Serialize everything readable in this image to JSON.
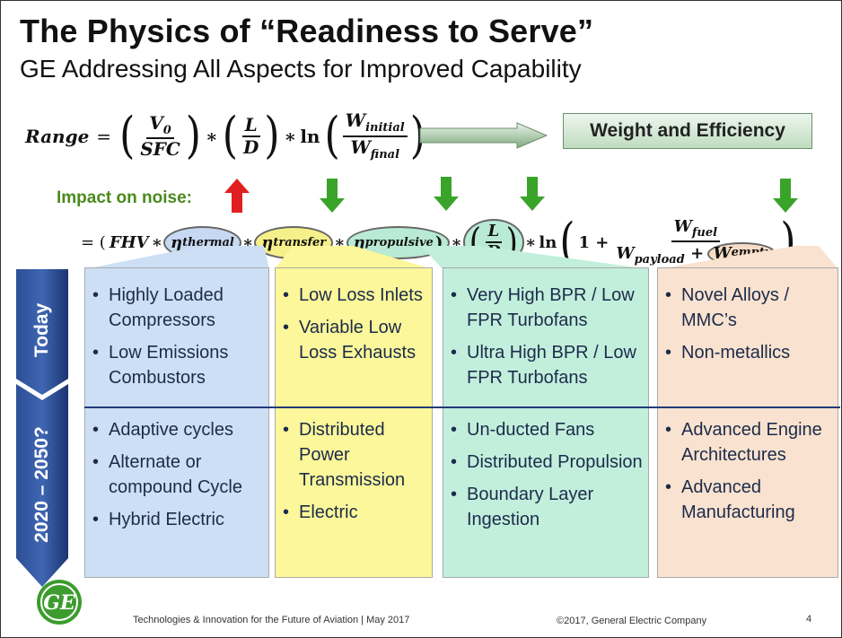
{
  "slide": {
    "title": "The Physics of “Readiness to Serve”",
    "subtitle": "GE Addressing All Aspects for Improved Capability"
  },
  "range_equation": {
    "range": "Range",
    "eq": "=",
    "v0": "V",
    "v0_sub": "0",
    "sfc": "SFC",
    "l": "L",
    "d": "D",
    "times": "∗",
    "ln": "ln",
    "w_initial": "W",
    "w_initial_sub": "initial",
    "w_final": "W",
    "w_final_sub": "final"
  },
  "weight_box": "Weight and Efficiency",
  "impact_label": "Impact on noise:",
  "noise_equation": {
    "eq": "= (",
    "fhv": "FHV",
    "eta": "η",
    "thermal": "thermal",
    "transfer": "transfer",
    "propulsive": "propulsive",
    "close": ")",
    "l": "L",
    "d": "D",
    "ln": "ln",
    "one_plus": "1 +",
    "w_fuel": "W",
    "w_fuel_sub": "fuel",
    "w_payload": "W",
    "w_payload_sub": "payload",
    "plus": "+",
    "w_empty": "W",
    "w_empty_sub": "empty",
    "times": "∗"
  },
  "bands": {
    "today": "Today",
    "future": "2020 – 2050?"
  },
  "columns": [
    {
      "today": [
        "Highly Loaded Compressors",
        "Low Emissions Combustors"
      ],
      "future": [
        "Adaptive cycles",
        "Alternate or compound Cycle",
        "Hybrid Electric"
      ]
    },
    {
      "today": [
        "Low Loss Inlets",
        "Variable Low Loss Exhausts"
      ],
      "future": [
        "Distributed Power Transmission",
        "Electric"
      ]
    },
    {
      "today": [
        "Very High BPR / Low FPR Turbofans",
        "Ultra High BPR / Low FPR Turbofans"
      ],
      "future": [
        "Un-ducted Fans",
        "Distributed Propulsion",
        "Boundary Layer Ingestion"
      ]
    },
    {
      "today": [
        "Novel Alloys / MMC’s",
        "Non-metallics"
      ],
      "future": [
        "Advanced Engine Architectures",
        "Advanced Manufacturing"
      ]
    }
  ],
  "footer": {
    "left": "Technologies & Innovation for the Future of Aviation | May 2017",
    "right": "©2017, General Electric Company",
    "page": "4",
    "logo_text": "GE"
  },
  "colors": {
    "col1": "#cddff4",
    "col2": "#fbf79a",
    "col3": "#c2efdc",
    "col4": "#f9e2cf",
    "band": "#1f3c7a",
    "impact_text": "#4a8a1d",
    "arrow_up": "#e02020",
    "arrow_down": "#3aa32a"
  }
}
